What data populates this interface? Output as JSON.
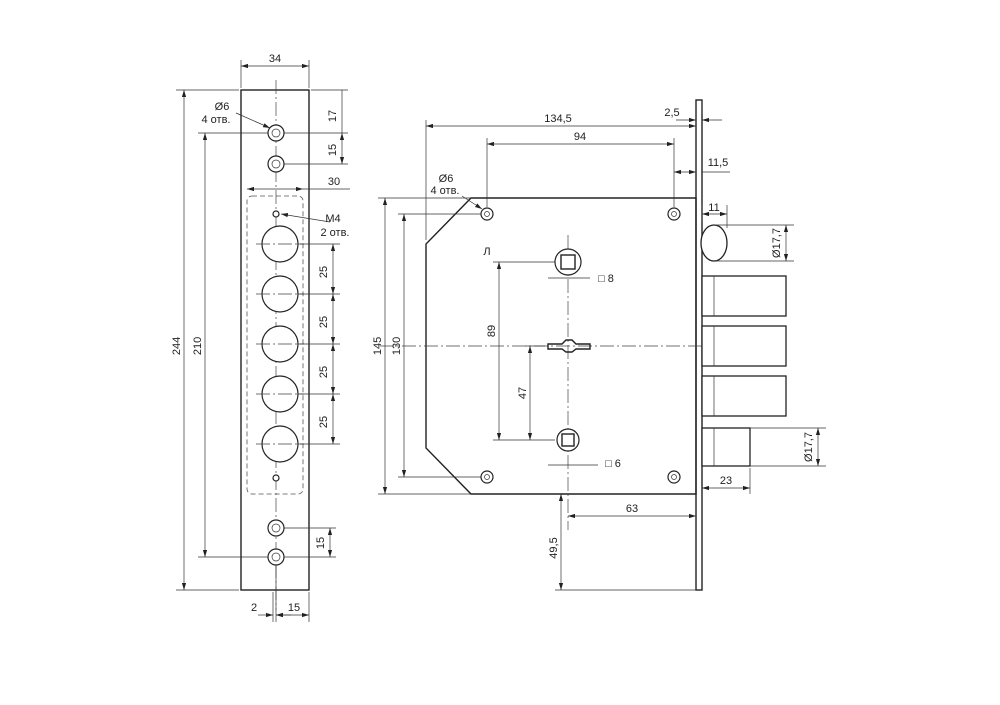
{
  "faceplate": {
    "width": "34",
    "hole_dia": "Ø6",
    "hole_count": "4 отв.",
    "top_offset": "17",
    "top_pitch": "15",
    "bolt_zone_width": "30",
    "thread": "M4",
    "thread_count": "2 отв.",
    "bolt_pitch_1": "25",
    "bolt_pitch_2": "25",
    "bolt_pitch_3": "25",
    "bolt_pitch_4": "25",
    "overall_height": "244",
    "hole_span": "210",
    "bottom_pitch": "15",
    "edge_offset": "2",
    "axis_offset": "15"
  },
  "lock": {
    "backset_total": "134,5",
    "faceplate_thickness": "2,5",
    "hole_spacing_h": "94",
    "hole_to_face": "11,5",
    "hole_dia": "Ø6",
    "hole_count": "4 отв.",
    "latch_width": "11",
    "latch_dia_top": "Ø17,7",
    "side_mark": "Л",
    "square_top": "□ 8",
    "square_bottom": "□ 6",
    "body_height": "145",
    "hole_span_v": "130",
    "spindle_spacing": "89",
    "key_offset": "47",
    "bolt_dia": "Ø17,7",
    "bolt_throw": "23",
    "backset": "63",
    "spindle_to_bottom": "49,5"
  }
}
